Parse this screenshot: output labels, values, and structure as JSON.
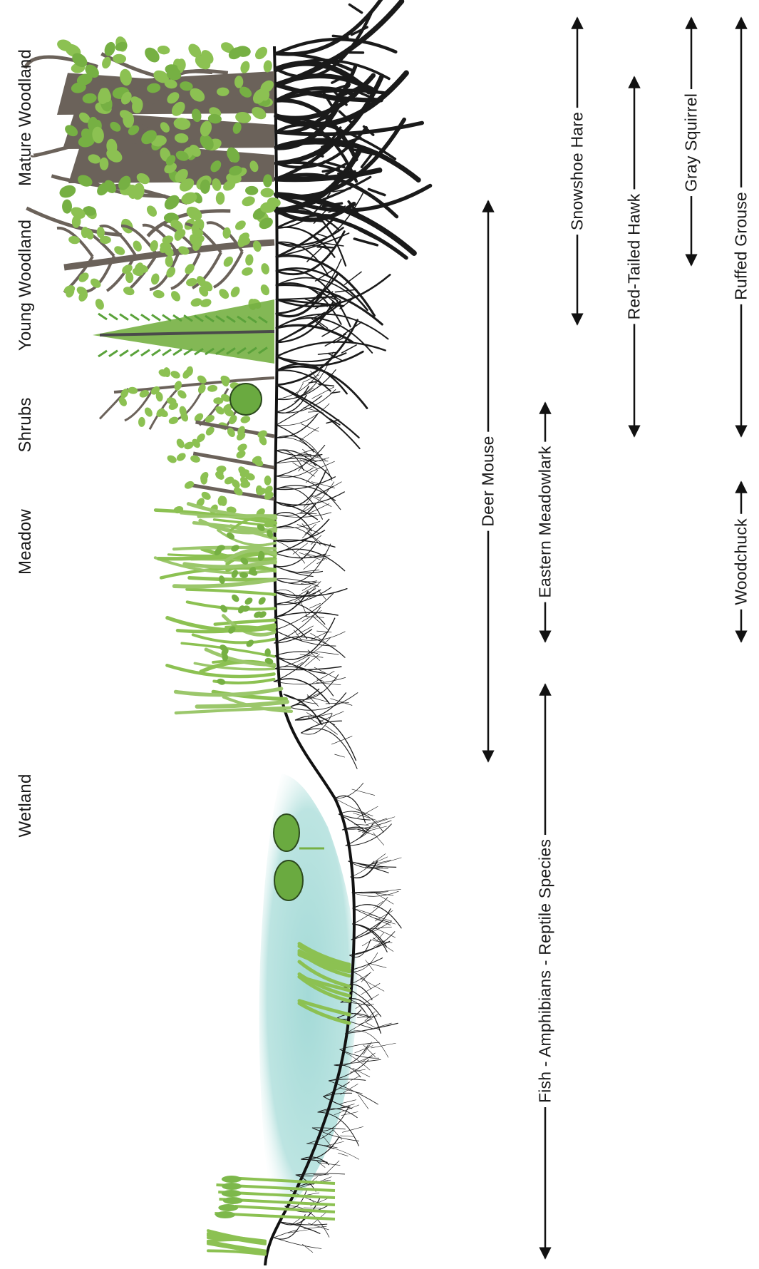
{
  "habitat_zones": [
    {
      "id": "mature",
      "label": "Mature Woodland"
    },
    {
      "id": "young",
      "label": "Young Woodland"
    },
    {
      "id": "shrubs",
      "label": "Shrubs"
    },
    {
      "id": "meadow",
      "label": "Meadow"
    },
    {
      "id": "wetland",
      "label": "Wetland"
    }
  ],
  "species": [
    {
      "id": "snowshoe",
      "label": "Snowshoe Hare"
    },
    {
      "id": "redtailed",
      "label": "Red-Tailed Hawk"
    },
    {
      "id": "graysquirrel",
      "label": "Gray Squirrel"
    },
    {
      "id": "ruffed",
      "label": "Ruffed Grouse"
    },
    {
      "id": "deermouse",
      "label": "Deer Mouse"
    },
    {
      "id": "meadowlark",
      "label": "Eastern Meadowlark"
    },
    {
      "id": "woodchuck",
      "label": "Woodchuck"
    },
    {
      "id": "fish",
      "label": "Fish - Amphibians - Reptile Species"
    }
  ],
  "colors": {
    "foliage_light": "#8cc152",
    "foliage_mid": "#76b043",
    "trunk": "#6b625a",
    "water": "#a8dcd9",
    "roots": "#1a1a1a",
    "arrow": "#111111"
  }
}
